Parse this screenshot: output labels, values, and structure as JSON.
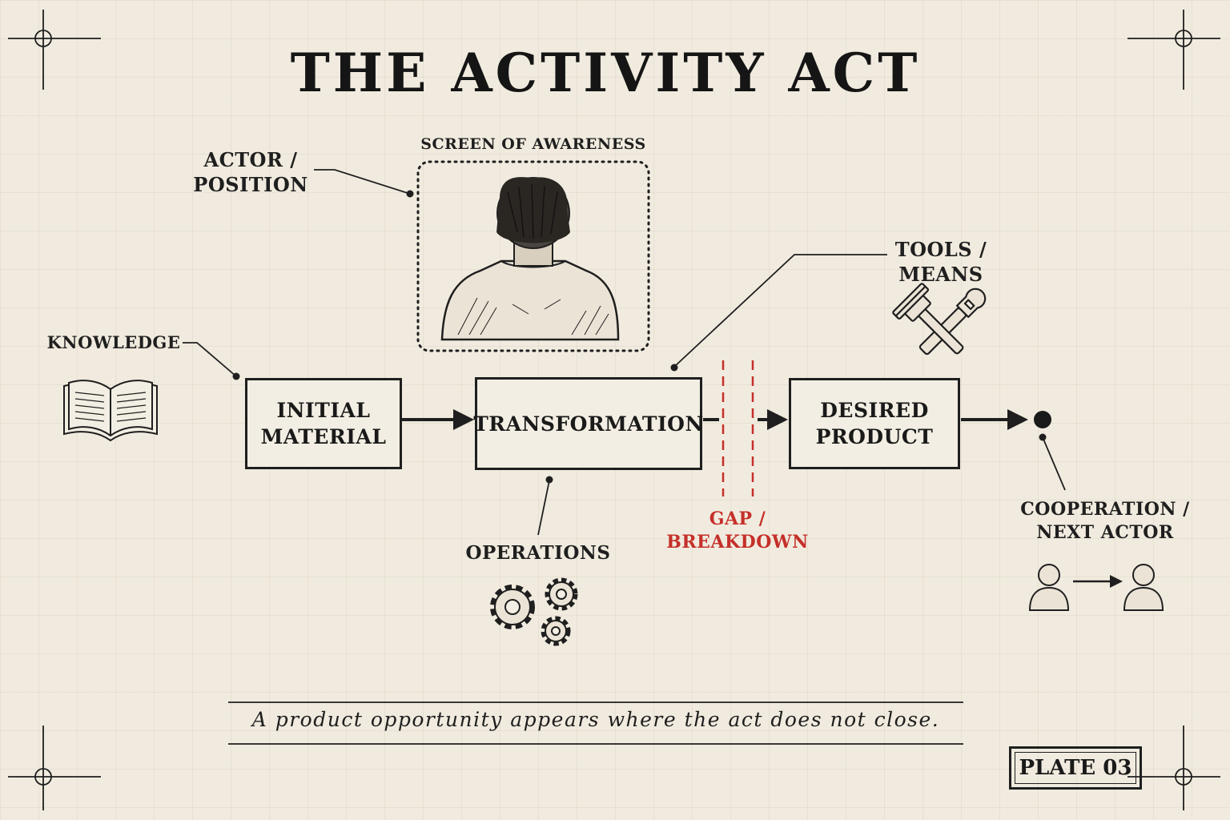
{
  "title": "THE ACTIVITY ACT",
  "labels": {
    "screen": "SCREEN OF AWARENESS",
    "actor_line1": "ACTOR /",
    "actor_line2": "POSITION",
    "knowledge": "KNOWLEDGE",
    "tools_line1": "TOOLS /",
    "tools_line2": "MEANS",
    "operations": "OPERATIONS",
    "gap_line1": "GAP /",
    "gap_line2": "BREAKDOWN",
    "coop_line1": "COOPERATION /",
    "coop_line2": "NEXT ACTOR"
  },
  "boxes": {
    "initial_line1": "INITIAL",
    "initial_line2": "MATERIAL",
    "transformation": "TRANSFORMATION",
    "desired_line1": "DESIRED",
    "desired_line2": "PRODUCT"
  },
  "caption": "A product opportunity appears where the act does not close.",
  "plate": "PLATE 03",
  "icons": [
    "book-icon",
    "person-back-icon",
    "hammer-wrench-icon",
    "gears-icon",
    "person-icon"
  ],
  "colors": {
    "ink": "#1f1f1f",
    "accent": "#c5302a",
    "paper": "#f1ebdf"
  }
}
